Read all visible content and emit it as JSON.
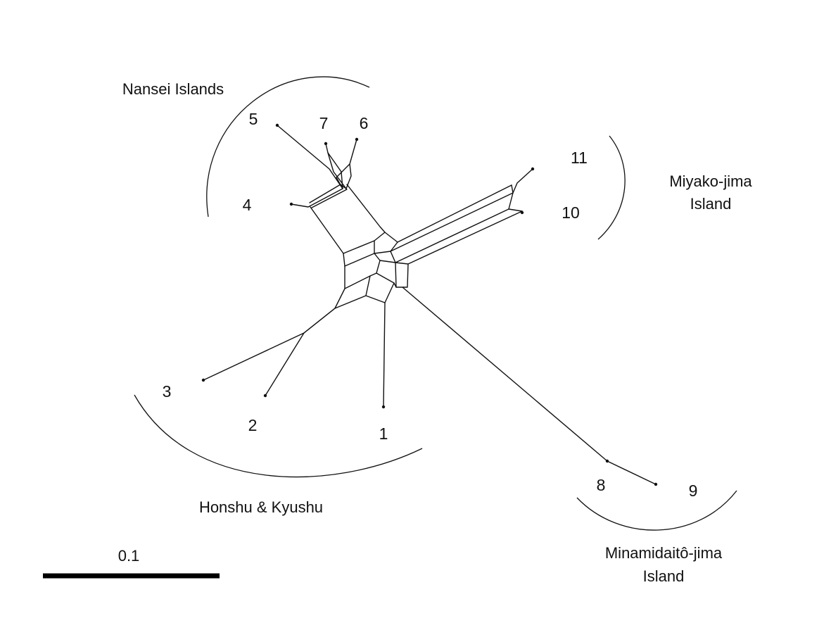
{
  "taxa": [
    {
      "id": "1",
      "label": "1"
    },
    {
      "id": "2",
      "label": "2"
    },
    {
      "id": "3",
      "label": "3"
    },
    {
      "id": "4",
      "label": "4"
    },
    {
      "id": "5",
      "label": "5"
    },
    {
      "id": "6",
      "label": "6"
    },
    {
      "id": "7",
      "label": "7"
    },
    {
      "id": "8",
      "label": "8"
    },
    {
      "id": "9",
      "label": "9"
    },
    {
      "id": "10",
      "label": "10"
    },
    {
      "id": "11",
      "label": "11"
    }
  ],
  "groups": {
    "nansei": {
      "line1": "Nansei Islands"
    },
    "miyako": {
      "line1": "Miyako-jima",
      "line2": "Island"
    },
    "honshu": {
      "line1": "Honshu & Kyushu"
    },
    "minamidaito": {
      "line1": "Minamidaitô-jima",
      "line2": "Island"
    }
  },
  "scale": {
    "label": "0.1"
  }
}
